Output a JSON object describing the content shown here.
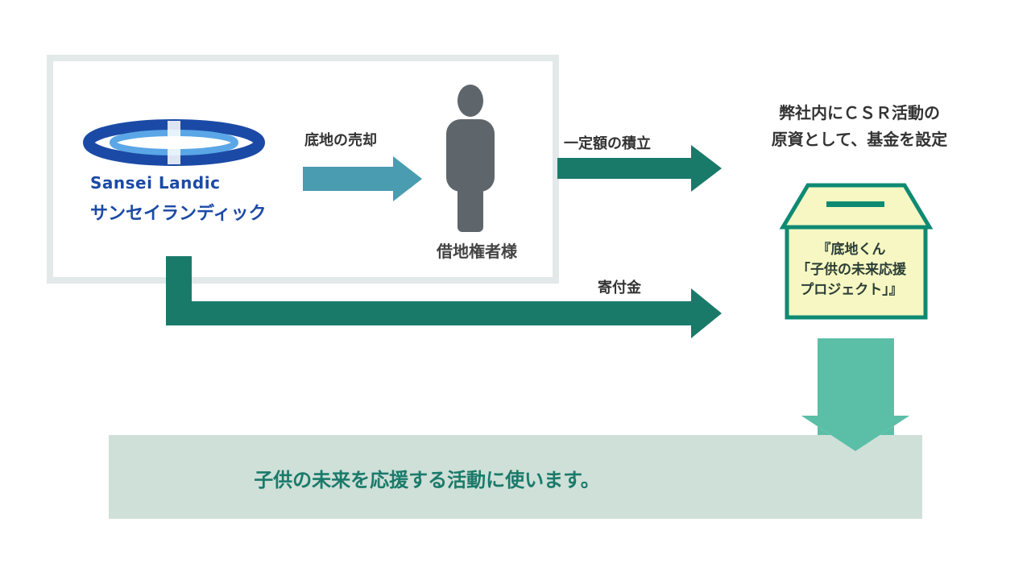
{
  "company": {
    "logo_en": "Sansei Landic",
    "logo_ja": "サンセイランディック"
  },
  "flow": {
    "sale_label": "底地の売却",
    "holder_label": "借地権者様",
    "reserve_label": "一定額の積立",
    "donation_label": "寄付金"
  },
  "fund": {
    "line1": "弊社内にＣＳＲ活動の",
    "line2": "原資として、基金を設定"
  },
  "box": {
    "line1": "『底地くん",
    "line2": "「子供の未来応援",
    "line3": "プロジェクト」』"
  },
  "bottom": {
    "text": "子供の未来を応援する活動に使います。"
  },
  "colors": {
    "teal_dark": "#1a7a6a",
    "teal_mid": "#4a9cb0",
    "teal_light": "#5abfa6",
    "box_fill": "#f6f7c2",
    "box_border": "#0e8a73",
    "band": "#cfe0d8",
    "person": "#5e666b",
    "logo_blue": "#1b4aa6"
  }
}
